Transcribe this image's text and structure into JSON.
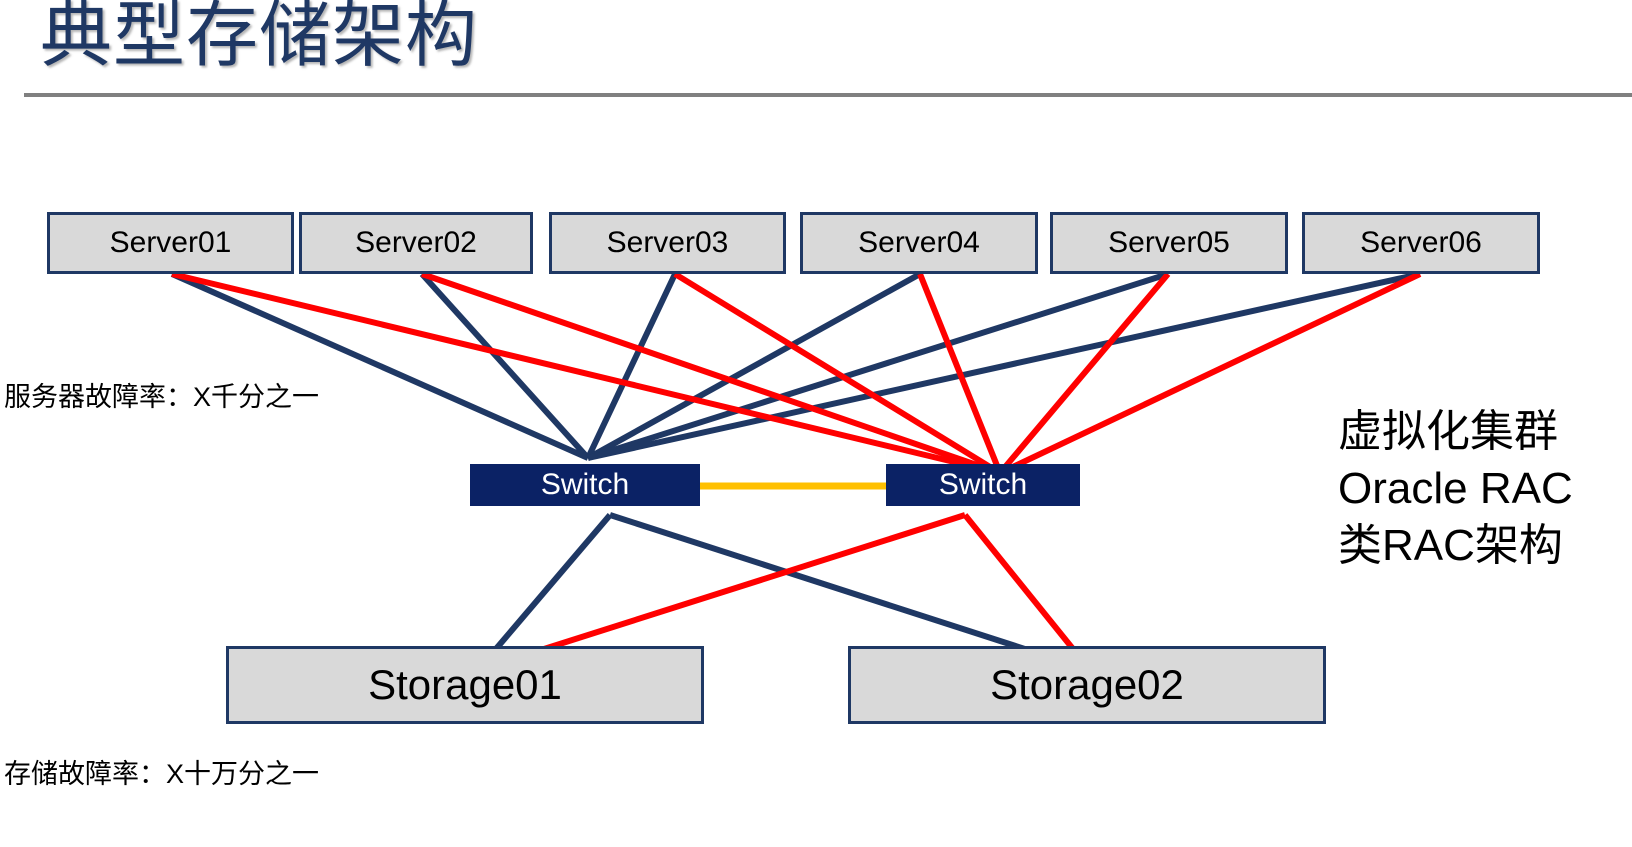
{
  "slide": {
    "title": "典型存储架构",
    "background_color": "#ffffff",
    "rule_color": "#808080",
    "title_color": "#1f3864"
  },
  "palette": {
    "box_fill": "#d9d9d9",
    "box_border": "#1f3864",
    "switch_fill": "#0b2265",
    "switch_text": "#ffffff",
    "link_primary": "#1f3864",
    "link_secondary": "#ff0000",
    "interconnect": "#ffc000"
  },
  "servers": [
    {
      "label": "Server01"
    },
    {
      "label": "Server02"
    },
    {
      "label": "Server03"
    },
    {
      "label": "Server04"
    },
    {
      "label": "Server05"
    },
    {
      "label": "Server06"
    }
  ],
  "switches": [
    {
      "label": "Switch"
    },
    {
      "label": "Switch"
    }
  ],
  "storages": [
    {
      "label": "Storage01"
    },
    {
      "label": "Storage02"
    }
  ],
  "annotations": {
    "server_failure_rate": "服务器故障率：X千分之一",
    "storage_failure_rate": "存储故障率：X十万分之一"
  },
  "side_note": {
    "line1": "虚拟化集群",
    "line2": "Oracle RAC",
    "line3": "类RAC架构"
  }
}
